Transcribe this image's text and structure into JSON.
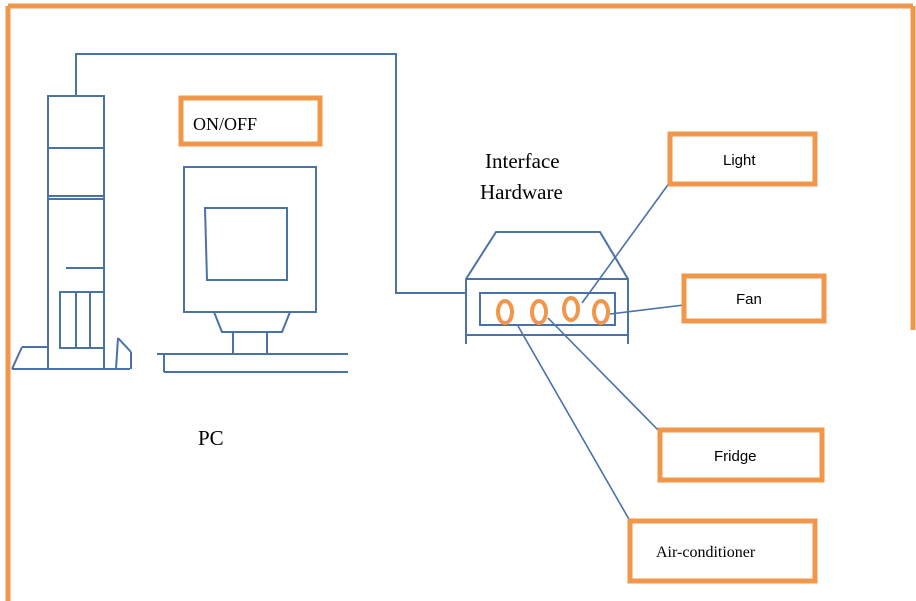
{
  "colors": {
    "frame": "#f0974a",
    "line": "#4a72a8",
    "box_border": "#f0974a",
    "port_ring": "#f0974a",
    "text": "#000000",
    "background": "#ffffff"
  },
  "diagram": {
    "pc_label": "PC",
    "on_off_label": "ON/OFF",
    "interface_label_line1": "Interface",
    "interface_label_line2": "Hardware",
    "devices": {
      "light": "Light",
      "fan": "Fan",
      "fridge": "Fridge",
      "air_conditioner": "Air-conditioner"
    }
  }
}
